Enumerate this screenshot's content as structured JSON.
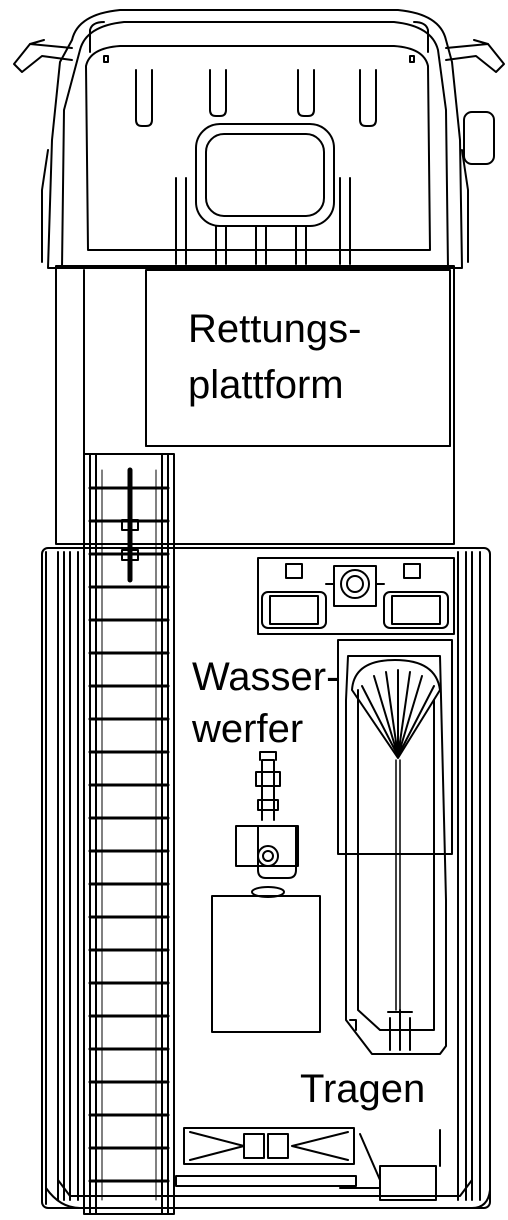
{
  "diagram": {
    "labels": {
      "platform_line1": "Rettungs-",
      "platform_line2": "plattform",
      "monitor_line1": "Wasser-",
      "monitor_line2": "werfer",
      "stretchers": "Tragen"
    },
    "colors": {
      "stroke": "#000000",
      "background": "#ffffff"
    }
  }
}
